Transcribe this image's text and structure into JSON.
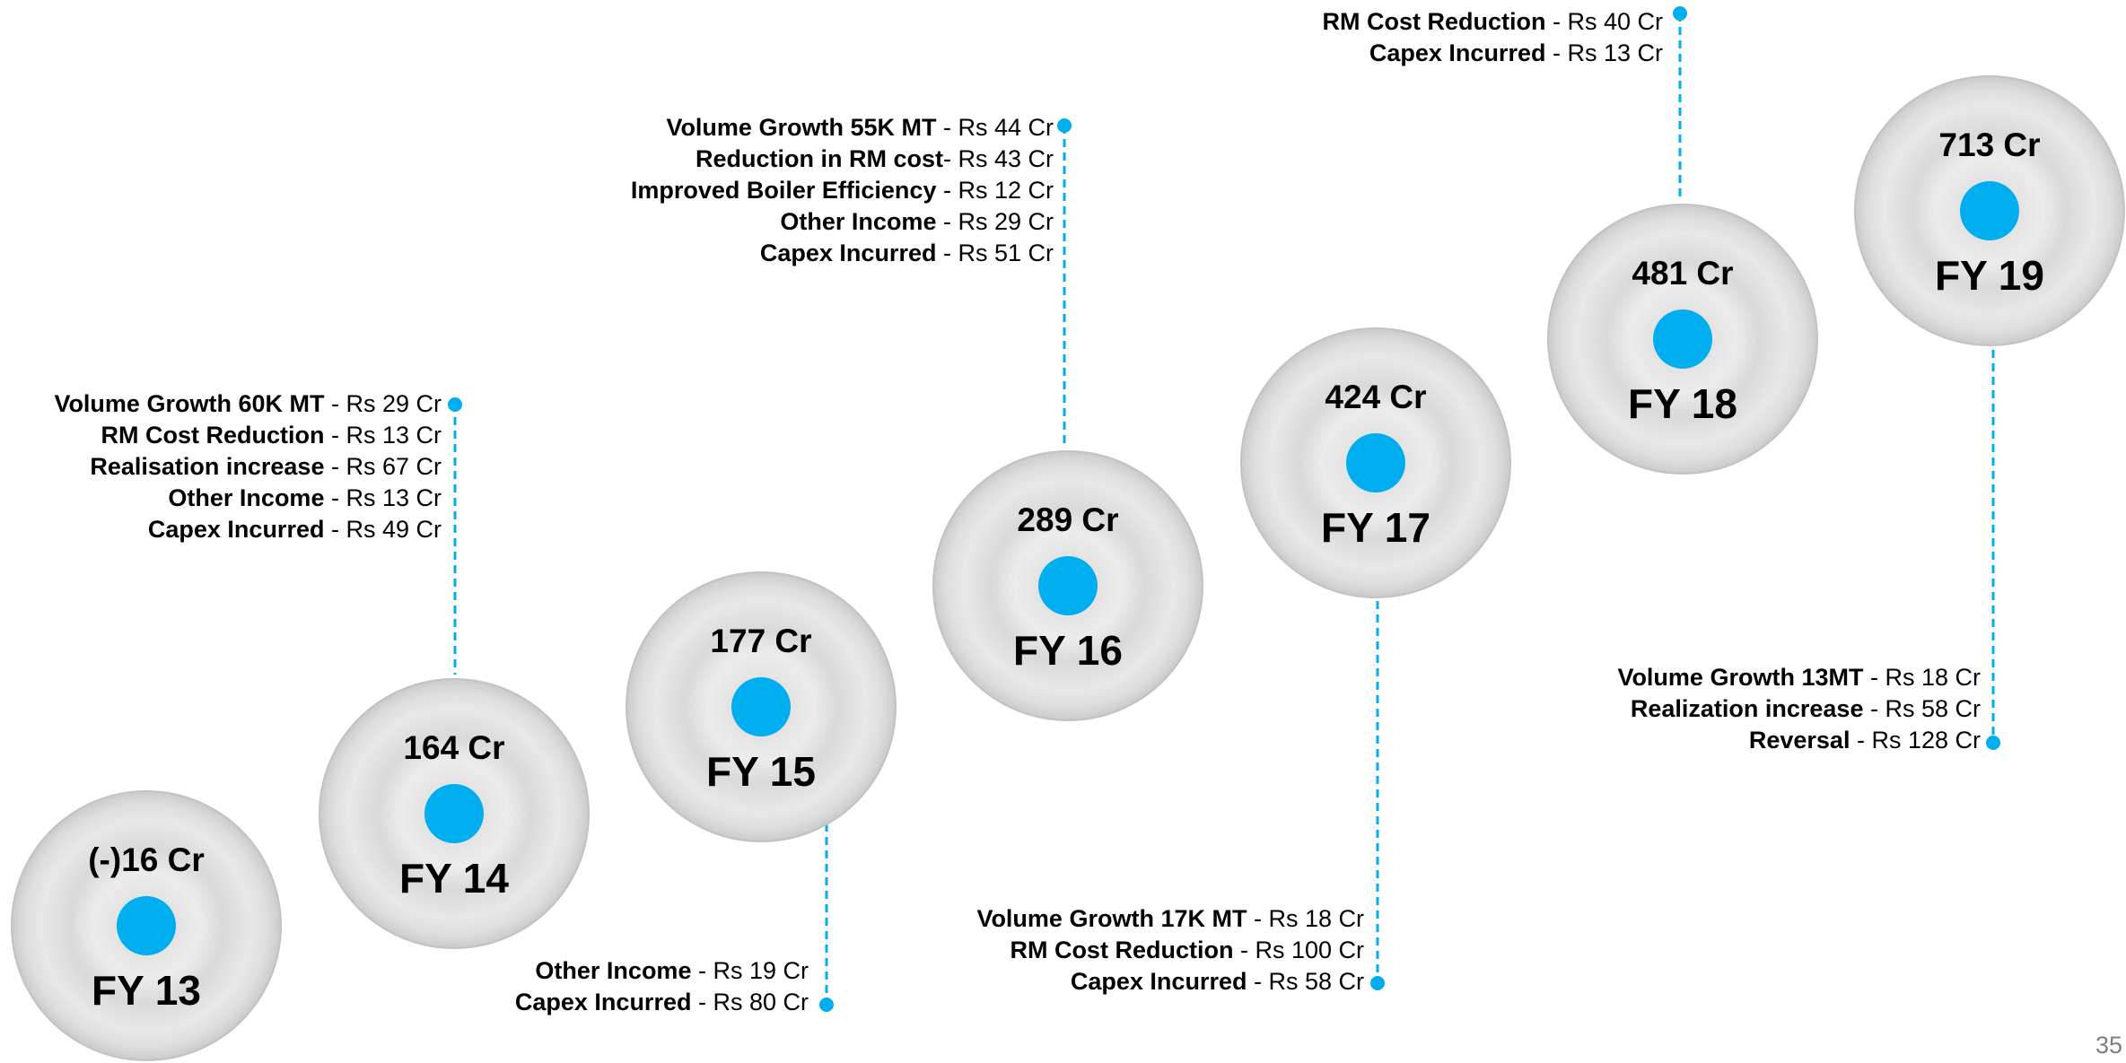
{
  "accent_color": "#00aeef",
  "milestones": [
    {
      "value": "(-)16 Cr",
      "year": "FY 13"
    },
    {
      "value": "164 Cr",
      "year": "FY 14"
    },
    {
      "value": "177 Cr",
      "year": "FY 15"
    },
    {
      "value": "289 Cr",
      "year": "FY 16"
    },
    {
      "value": "424 Cr",
      "year": "FY 17"
    },
    {
      "value": "481 Cr",
      "year": "FY 18"
    },
    {
      "value": "713 Cr",
      "year": "FY 19"
    }
  ],
  "notes": {
    "fy14": [
      {
        "label": "Volume Growth 60K MT",
        "sep": " - ",
        "amount": "Rs 29 Cr"
      },
      {
        "label": "RM Cost Reduction",
        "sep": " - ",
        "amount": "Rs 13 Cr"
      },
      {
        "label": "Realisation increase",
        "sep": " - ",
        "amount": "Rs 67 Cr"
      },
      {
        "label": "Other Income",
        "sep": " - ",
        "amount": "Rs 13 Cr"
      },
      {
        "label": "Capex Incurred",
        "sep": " - ",
        "amount": "Rs 49 Cr"
      }
    ],
    "fy15": [
      {
        "label": "Other Income",
        "sep": "  -  ",
        "amount": "Rs 19 Cr"
      },
      {
        "label": "Capex Incurred",
        "sep": "  -  ",
        "amount": "Rs 80 Cr"
      }
    ],
    "fy16": [
      {
        "label": "Volume Growth 55K MT",
        "sep": " -  ",
        "amount": "Rs 44 Cr"
      },
      {
        "label": "Reduction in RM cost",
        "sep": "-  ",
        "amount": "Rs 43 Cr"
      },
      {
        "label": "Improved Boiler Efficiency",
        "sep": " - ",
        "amount": "Rs 12 Cr"
      },
      {
        "label": "Other Income",
        "sep": "  -  ",
        "amount": "Rs 29 Cr"
      },
      {
        "label": "Capex Incurred",
        "sep": "  - ",
        "amount": "Rs 51 Cr"
      }
    ],
    "fy17": [
      {
        "label": "Volume Growth  17K MT",
        "sep": " - ",
        "amount": "Rs 18 Cr"
      },
      {
        "label": "RM Cost Reduction",
        "sep": "  -  ",
        "amount": "Rs 100 Cr"
      },
      {
        "label": "Capex Incurred",
        "sep": "  -  ",
        "amount": "Rs 58 Cr"
      }
    ],
    "fy18": [
      {
        "label": "RM Cost Reduction",
        "sep": " - ",
        "amount": "Rs 40 Cr"
      },
      {
        "label": "Capex Incurred",
        "sep": " - ",
        "amount": "Rs 13 Cr"
      }
    ],
    "fy19": [
      {
        "label": "Volume Growth 13MT",
        "sep": "  - ",
        "amount": "Rs 18 Cr"
      },
      {
        "label": "Realization increase",
        "sep": "  -  ",
        "amount": "Rs 58 Cr"
      },
      {
        "label": "Reversal",
        "sep": "  -  ",
        "amount": "Rs 128 Cr"
      }
    ]
  },
  "page_number": "35"
}
